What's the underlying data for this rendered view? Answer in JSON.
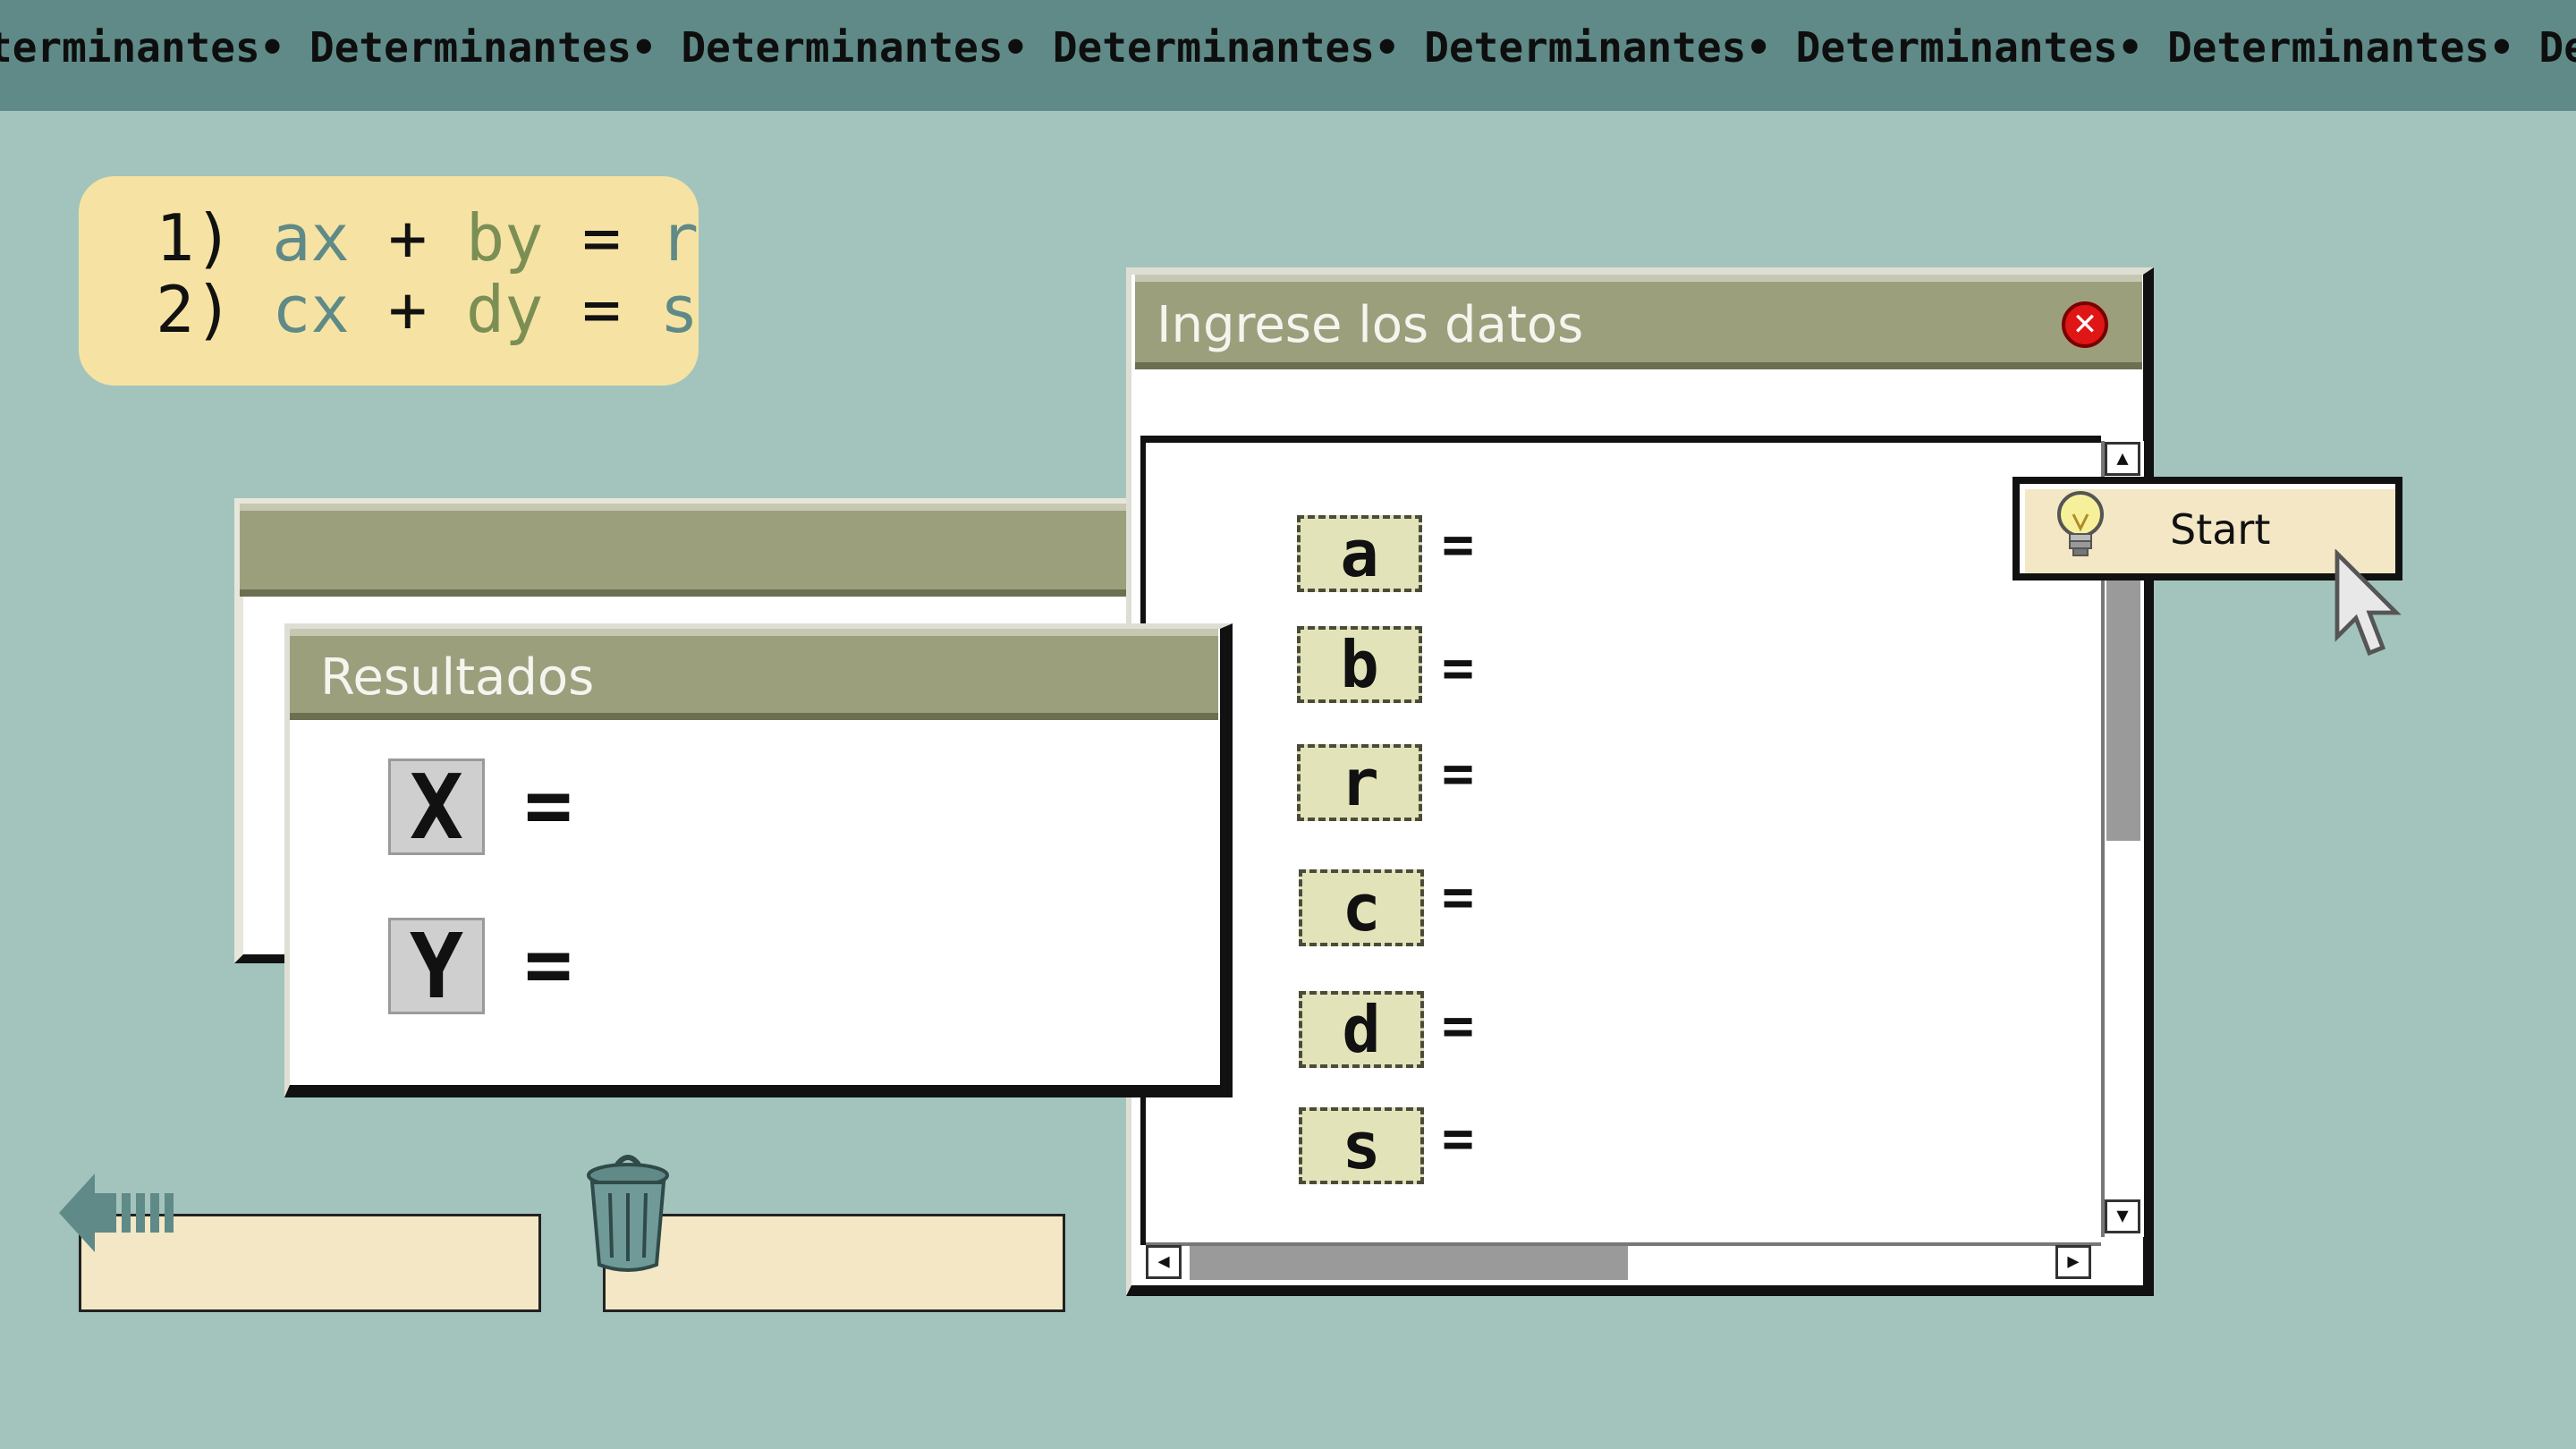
{
  "marquee": {
    "text": "terminantes• Determinantes• Determinantes• Determinantes• Determinantes• Determinantes• Determinantes• Determinantes• Determinantes"
  },
  "equations": {
    "line1": {
      "num": "1)",
      "a": "ax",
      "op1": " + ",
      "b": "by",
      "eq": " = ",
      "r": " r"
    },
    "line2": {
      "num": "2)",
      "c": "cx",
      "op1": " + ",
      "d": "dy",
      "eq": " = ",
      "s": "s"
    }
  },
  "results_window": {
    "title": "Resultados",
    "rows": [
      {
        "label": "X",
        "equals": "="
      },
      {
        "label": "Y",
        "equals": "="
      }
    ]
  },
  "data_window": {
    "title": "Ingrese los datos",
    "close_symbol": "✕",
    "fields": [
      {
        "label": "a",
        "equals": "="
      },
      {
        "label": "b",
        "equals": "="
      },
      {
        "label": "r",
        "equals": "="
      },
      {
        "label": "c",
        "equals": "="
      },
      {
        "label": "d",
        "equals": "="
      },
      {
        "label": "s",
        "equals": "="
      }
    ],
    "scroll_up": "▲",
    "scroll_down": "▼",
    "scroll_left": "◀",
    "scroll_right": "▶"
  },
  "start_button": {
    "label": "Start"
  },
  "colors": {
    "background": "#a3c4bc",
    "marquee": "#5f8a87",
    "titlebar": "#9c9f7c",
    "card": "#f6e3a3",
    "field": "#f3e7c6",
    "var_box": "#e3e3b9"
  }
}
